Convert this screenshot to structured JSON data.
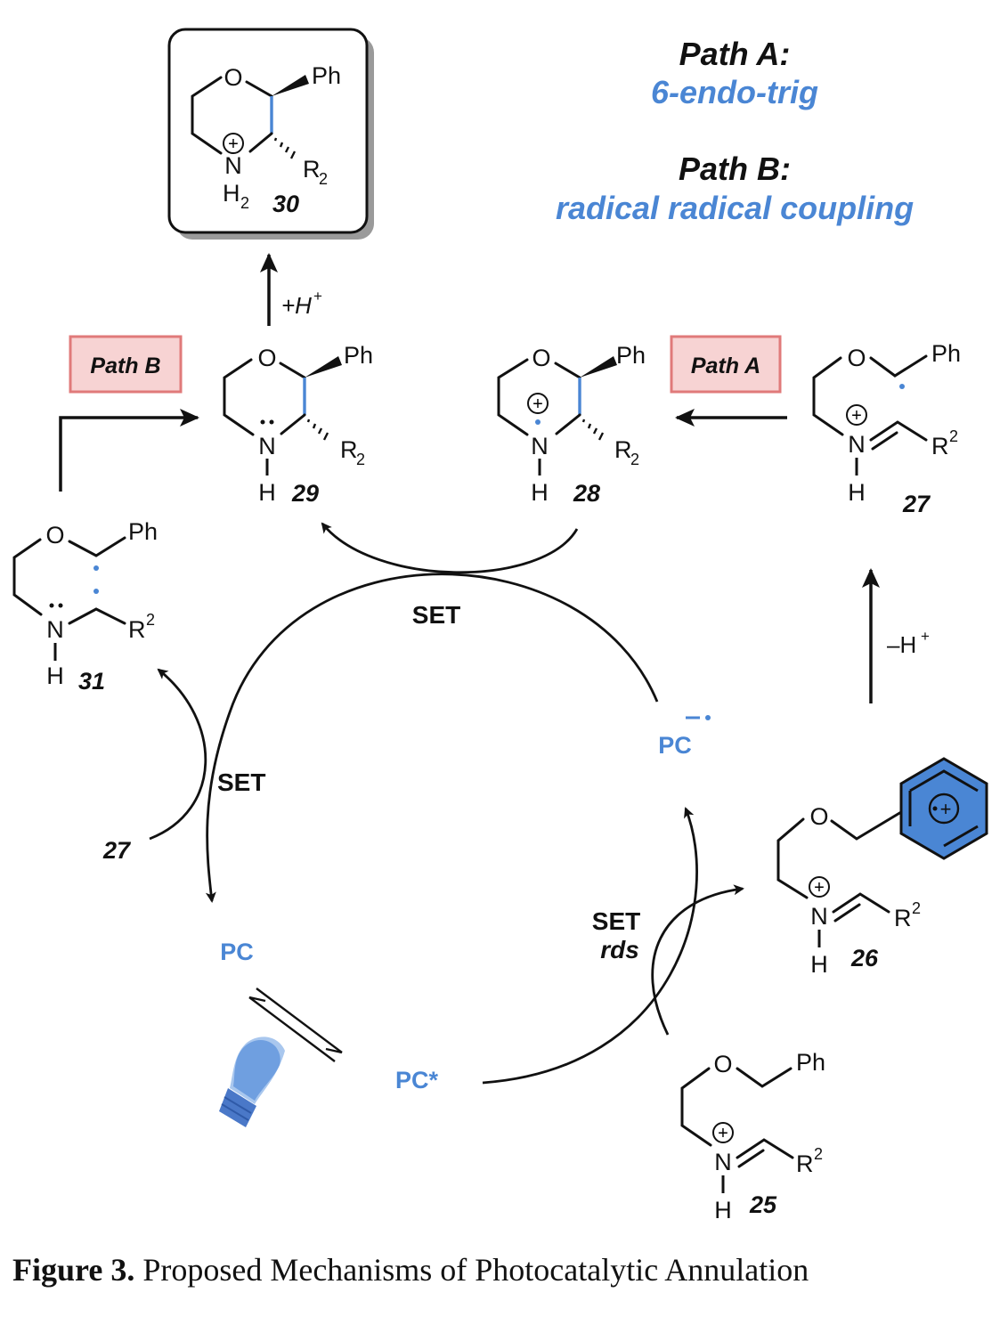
{
  "path_a": {
    "title": "Path A:",
    "subtitle": "6-endo-trig",
    "tag": "Path A"
  },
  "path_b": {
    "title": "Path B:",
    "subtitle": "radical radical coupling",
    "tag": "Path B"
  },
  "atoms": {
    "O": "O",
    "N": "N",
    "H": "H",
    "Ph": "Ph",
    "R": "R",
    "sub2": "2",
    "plus": "+"
  },
  "compounds": {
    "c25": "25",
    "c26": "26",
    "c27": "27",
    "c28": "28",
    "c29": "29",
    "c30": "30",
    "c31": "31"
  },
  "labels": {
    "set_top": "SET",
    "set_left": "SET",
    "set_rds_1": "SET",
    "set_rds_2": "rds",
    "plus_h": "+H",
    "minus_h": "–H",
    "h_plus_sup": "+",
    "label_27": "27"
  },
  "photocatalyst": {
    "pc": "PC",
    "pc_star": "PC*",
    "pc_radical_anion": "PC"
  },
  "colors": {
    "accent": "#4a86d4",
    "tag_fill": "#f7d3d3",
    "tag_border": "#e07a7a",
    "benzene_fill": "#4a86d4"
  },
  "icons": {
    "light": "lightbulb-icon"
  },
  "caption": {
    "label": "Figure 3.",
    "text": " Proposed Mechanisms of Photocatalytic Annulation"
  }
}
